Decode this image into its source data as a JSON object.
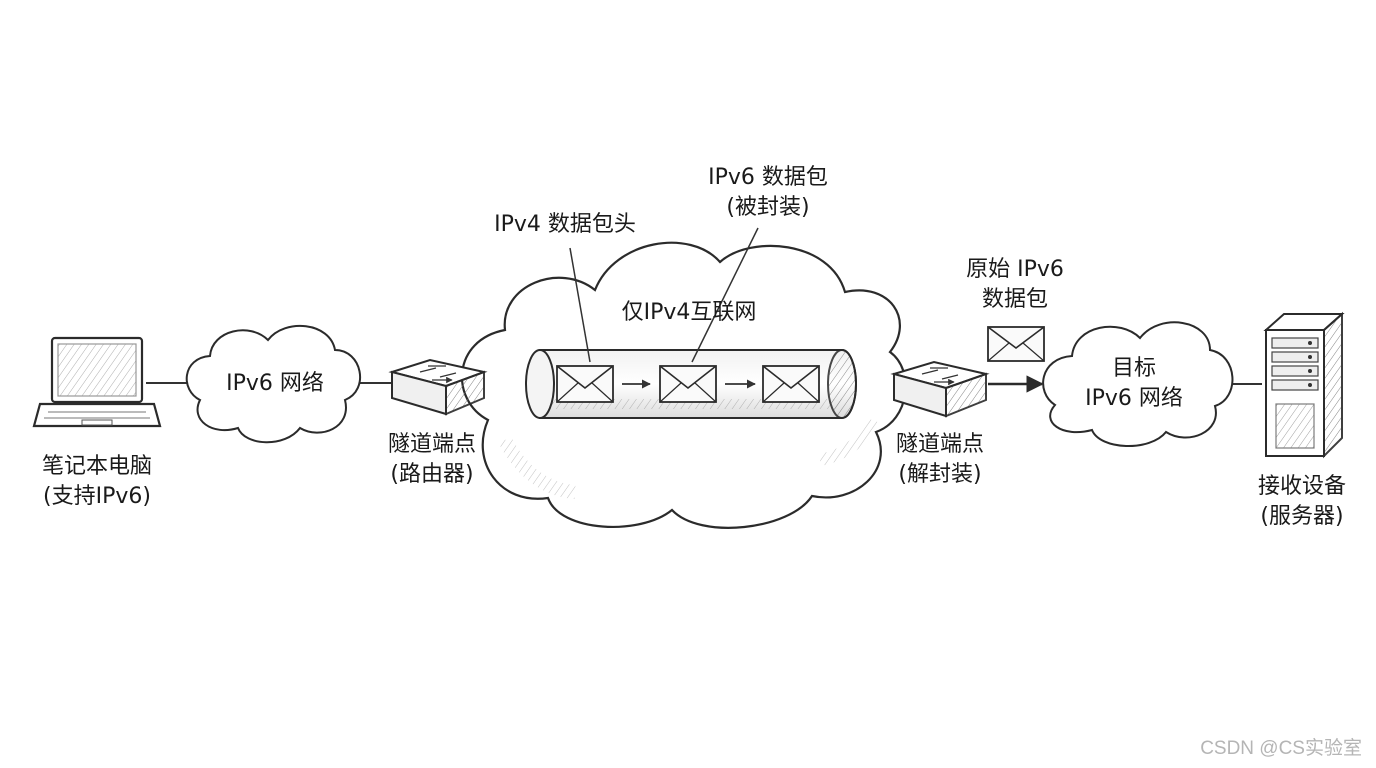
{
  "nodes": {
    "laptop": {
      "line1": "笔记本电脑",
      "line2": "(支持IPv6)",
      "icon": "laptop-icon"
    },
    "source_network": {
      "label": "IPv6 网络"
    },
    "tunnel_entry": {
      "line1": "隧道端点",
      "line2": "(路由器)",
      "icon": "router-icon"
    },
    "internet": {
      "label": "仅IPv4互联网"
    },
    "tunnel_exit": {
      "line1": "隧道端点",
      "line2": "(解封装)",
      "icon": "router-icon"
    },
    "dest_network": {
      "line1": "目标",
      "line2": "IPv6 网络"
    },
    "server": {
      "line1": "接收设备",
      "line2": "(服务器)",
      "icon": "server-icon"
    }
  },
  "annotations": {
    "ipv4_header": "IPv4 数据包头",
    "ipv6_packet": {
      "line1": "IPv6 数据包",
      "line2": "(被封装)"
    },
    "original_packet": {
      "line1": "原始 IPv6",
      "line2": "数据包"
    }
  },
  "watermark": "CSDN @CS实验室",
  "colors": {
    "stroke": "#2b2b2b",
    "text": "#1a1a1a",
    "watermark": "#b5b5b5"
  }
}
